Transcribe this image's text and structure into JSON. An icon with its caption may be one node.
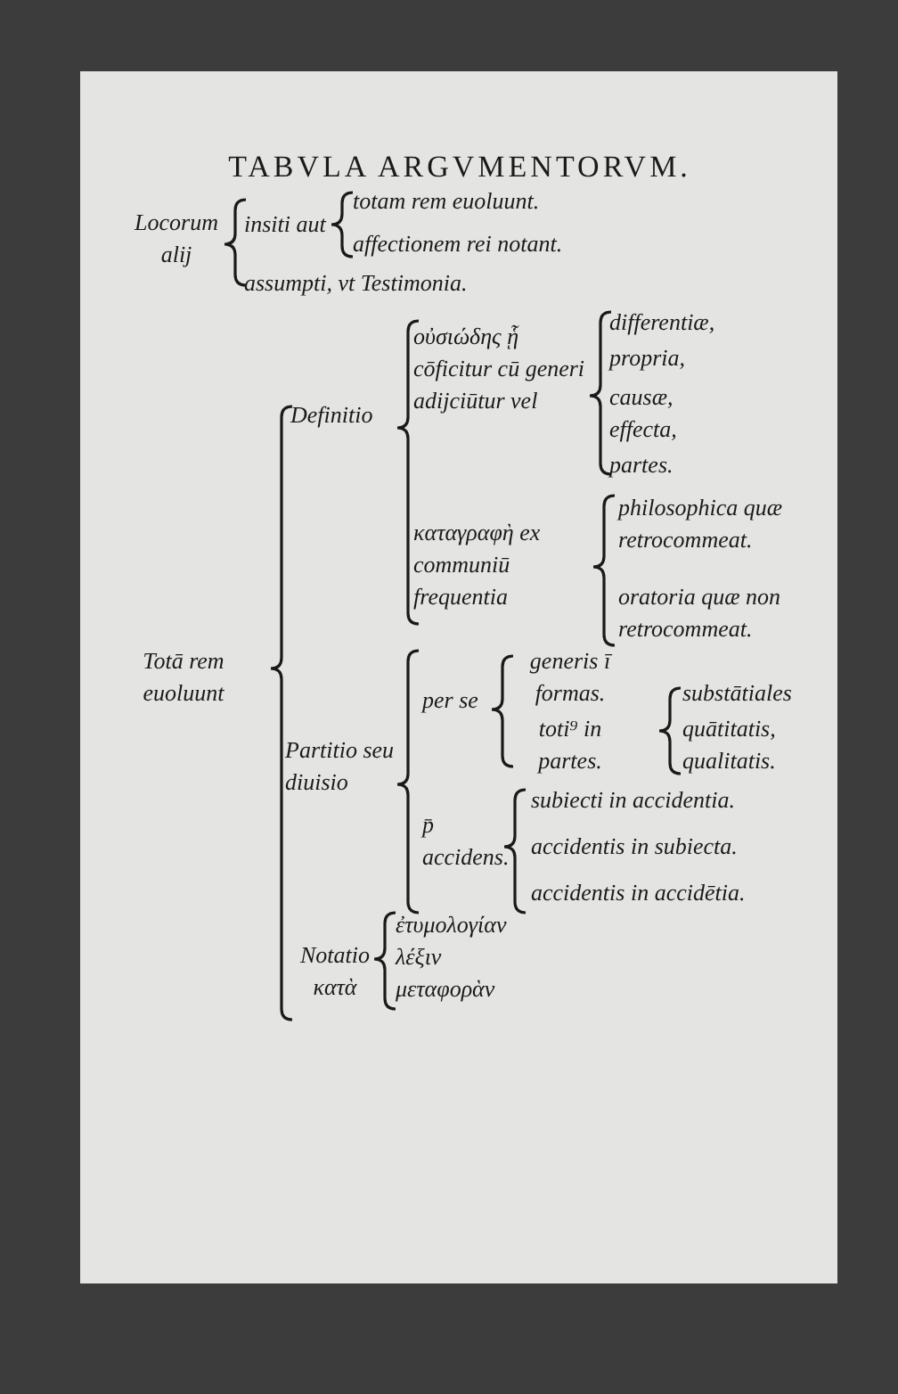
{
  "diagram": {
    "title": "TABVLA ARGVMENTORVM.",
    "labels": [
      "Locorum alij",
      "insiti aut",
      "totam rem euoluunt.",
      "affectionem rei notant.",
      "assumpti, vt Testimonia.",
      "differentiæ,",
      "propria,",
      "οὐσιώδης ᾗ cōficitur cū generi adijciūtur vel",
      "Definitio",
      "causæ,",
      "effecta,",
      "partes.",
      "philosophica quæ retrocommeat.",
      "καταγραφὴ ex communiū frequentia",
      "oratoria quæ non retrocommeat.",
      "Totā rem euoluunt",
      "per se",
      "generis ī formas.",
      "substātiales",
      "toti⁹ in partes.",
      "quātitatis,",
      "qualitatis.",
      "Partitio seu diuisio",
      "subiecti in accidentia.",
      "p̄ accidens.",
      "accidentis in subiecta.",
      "accidentis in accidētia.",
      "ἐτυμολογίαν",
      "Notatio κατὰ",
      "λέξιν",
      "μεταφορὰν"
    ]
  }
}
